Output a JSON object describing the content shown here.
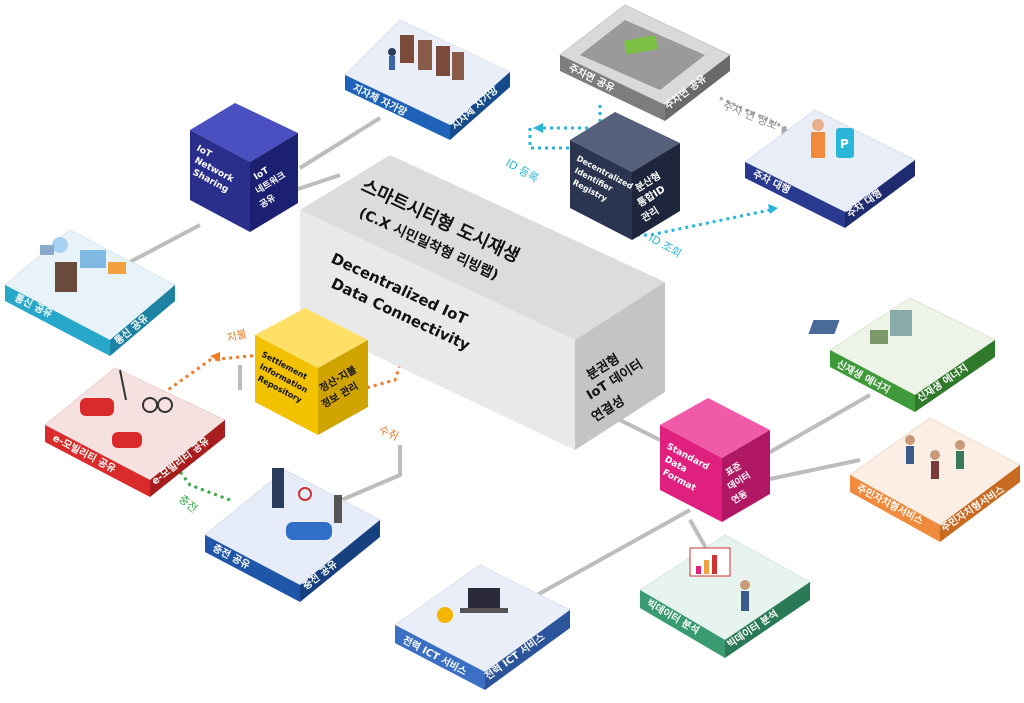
{
  "center": {
    "title_line1": "스마트시티형 도시재생",
    "title_line2": "(C.X 시민밀착형 리빙랩)",
    "front_line1": "Decentralized IoT",
    "front_line2": "Data Connectivity",
    "side_line1": "분권형",
    "side_line2": "IoT 데이터",
    "side_line3": "연결성"
  },
  "hubs": {
    "iot": {
      "en_line1": "IoT",
      "en_line2": "Network",
      "en_line3": "Sharing",
      "ko_line1": "IoT",
      "ko_line2": "네트워크",
      "ko_line3": "공유",
      "color": "#2a2f8c"
    },
    "registry": {
      "en_line1": "Decentralized",
      "en_line2": "Identifier",
      "en_line3": "Registry",
      "ko_line1": "분산형",
      "ko_line2": "통합ID",
      "ko_line3": "관리",
      "color": "#2b3550"
    },
    "settlement": {
      "en_line1": "Settlement",
      "en_line2": "Information",
      "en_line3": "Repository",
      "ko_line1": "정산·지불",
      "ko_line2": "정보 관리",
      "color": "#f2c200"
    },
    "standard": {
      "en_line1": "Standard",
      "en_line2": "Data",
      "en_line3": "Format",
      "ko_line1": "표준",
      "ko_line2": "데이터",
      "ko_line3": "연동",
      "color": "#e0207f"
    }
  },
  "tiles": {
    "local": {
      "left": "지자체 자가망",
      "right": "지자체 자가망",
      "color": "#1f63b8"
    },
    "telecom": {
      "left": "통신 공유",
      "right": "통신 공유",
      "color": "#27a7c9"
    },
    "parkspace": {
      "left": "주차면 공유",
      "right": "주차면 공유",
      "color": "#8c8c8c"
    },
    "valet": {
      "left": "주차 대행",
      "right": "주차 대행",
      "color": "#2a3a8f"
    },
    "emobility": {
      "left": "e-모빌리티 공유",
      "right": "e-모빌리티 공유",
      "color": "#d92b2b"
    },
    "charging": {
      "left": "충전 공유",
      "right": "충전 공유",
      "color": "#1f56a8"
    },
    "renew": {
      "left": "신재생 에너지",
      "right": "신재생 에너지",
      "color": "#3f9a3a"
    },
    "resident": {
      "left": "주민자치형서비스",
      "right": "주민자치형서비스",
      "color": "#f08a3c"
    },
    "ict": {
      "left": "전력 ICT 서비스",
      "right": "전력 ICT 서비스",
      "color": "#3b6fc4"
    },
    "bigdata": {
      "left": "빅데이터 분석",
      "right": "빅데이터 분석",
      "color": "#3a9a72"
    }
  },
  "flows": {
    "parking_info": "주차 면 정보",
    "id_register": "ID 등록",
    "id_query": "ID 조회",
    "pay": "지불",
    "receive": "수취",
    "charge": "충전"
  }
}
